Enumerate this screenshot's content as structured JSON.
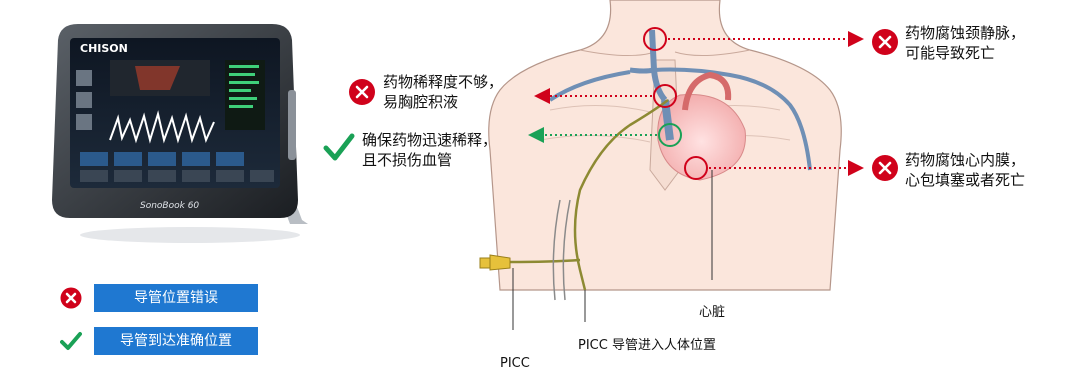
{
  "annotations": {
    "jugular": [
      "药物腐蚀颈静脉，",
      "可能导致死亡"
    ],
    "dilution": [
      "药物稀释度不够，",
      "易胸腔积液"
    ],
    "correct": [
      "确保药物迅速稀释，",
      "且不损伤血管"
    ],
    "pericardium": [
      "药物腐蚀心内膜，",
      "心包填塞或者死亡"
    ]
  },
  "labels": {
    "heart": "心脏",
    "entry": "PICC 导管进入人体位置",
    "picc": "PICC"
  },
  "legend": {
    "wrong": "导管位置错误",
    "right": "导管到达准确位置"
  },
  "device": {
    "brand": "CHISON",
    "model": "SonoBook 60"
  },
  "colors": {
    "wrong": "#d0021b",
    "right": "#1aa156",
    "legend_badge": "#1f78d1"
  }
}
